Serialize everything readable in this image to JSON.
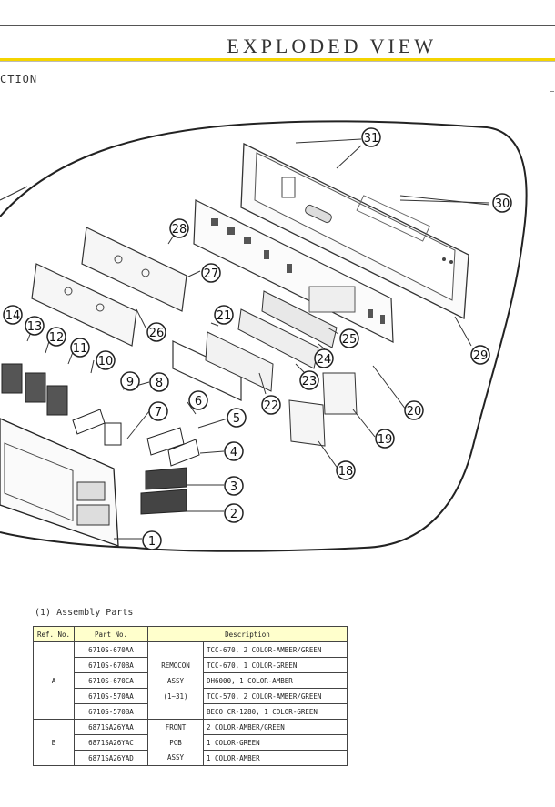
{
  "header": {
    "title": "EXPLODED VIEW",
    "section": "CTION"
  },
  "callouts": [
    "1",
    "2",
    "3",
    "4",
    "5",
    "6",
    "7",
    "8",
    "9",
    "10",
    "11",
    "12",
    "13",
    "14",
    "18",
    "19",
    "20",
    "21",
    "22",
    "23",
    "24",
    "25",
    "26",
    "27",
    "28",
    "29",
    "30",
    "31"
  ],
  "assembly": {
    "title": "(1) Assembly Parts",
    "columns": [
      "Ref. No.",
      "Part No.",
      "Description"
    ],
    "groups": [
      {
        "ref": "A",
        "group_label": [
          "REMOCON",
          "ASSY",
          "(1~31)"
        ],
        "rows": [
          {
            "part": "6710S-670AA",
            "desc": "TCC-670, 2 COLOR-AMBER/GREEN"
          },
          {
            "part": "6710S-670BA",
            "desc": "TCC-670, 1 COLOR-GREEN"
          },
          {
            "part": "6710S-670CA",
            "desc": "DH6000, 1 COLOR-AMBER"
          },
          {
            "part": "6710S-570AA",
            "desc": "TCC-570, 2 COLOR-AMBER/GREEN"
          },
          {
            "part": "6710S-570BA",
            "desc": "BECO CR-1280, 1 COLOR-GREEN"
          }
        ]
      },
      {
        "ref": "B",
        "group_label": [
          "FRONT",
          "PCB",
          "ASSY"
        ],
        "rows": [
          {
            "part": "6871SA26YAA",
            "desc": "2 COLOR-AMBER/GREEN"
          },
          {
            "part": "6871SA26YAC",
            "desc": "1 COLOR-GREEN"
          },
          {
            "part": "6871SA26YAD",
            "desc": "1 COLOR-AMBER"
          }
        ]
      }
    ]
  }
}
